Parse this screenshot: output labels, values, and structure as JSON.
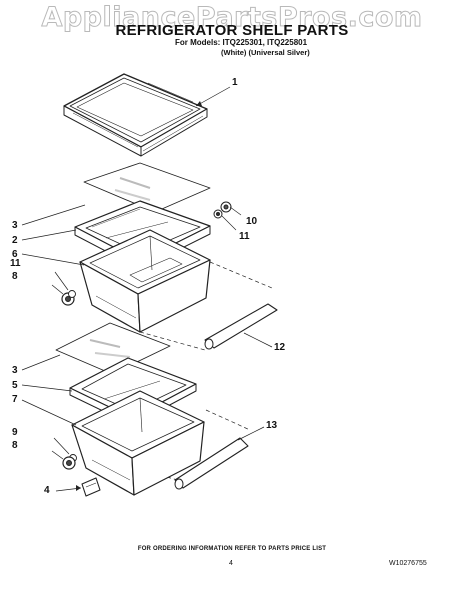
{
  "header": {
    "watermark": "AppliancePartsPros.com",
    "title": "REFRIGERATOR SHELF PARTS",
    "models_line": "For Models: ITQ225301, ITQ225801",
    "colors_line": "(White) (Universal Silver)"
  },
  "callouts": {
    "c1": "1",
    "c2": "2",
    "c3a": "3",
    "c3b": "3",
    "c4": "4",
    "c5": "5",
    "c6": "6",
    "c7": "7",
    "c8a": "8",
    "c8b": "8",
    "c9": "9",
    "c10": "10",
    "c11a": "11",
    "c11b": "11",
    "c12": "12",
    "c13": "13"
  },
  "footer": {
    "note": "FOR ORDERING INFORMATION REFER TO PARTS PRICE LIST",
    "page": "4",
    "code": "W10276755"
  }
}
